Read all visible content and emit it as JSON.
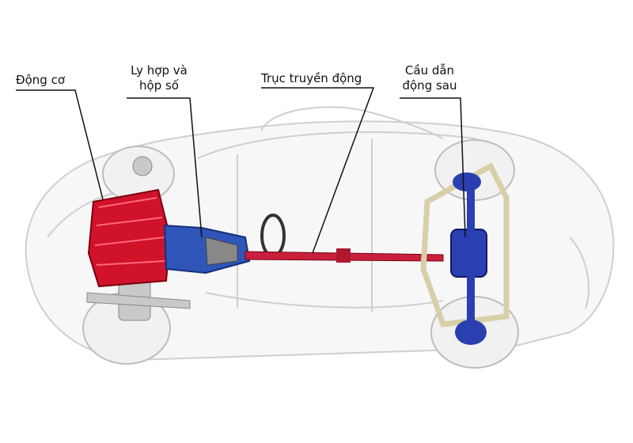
{
  "labels": {
    "engine": "Động cơ",
    "clutch_gearbox_line1": "Ly hợp và",
    "clutch_gearbox_line2": "hộp số",
    "driveshaft": "Trục truyền động",
    "rear_axle_line1": "Cầu dẫn",
    "rear_axle_line2": "động sau"
  },
  "colors": {
    "engine": "#d0122a",
    "gearbox": "#2f55b8",
    "driveshaft": "#c8203c",
    "rear_axle": "#2a3fb0",
    "suspension": "#d8cfa8",
    "car_outline": "#c9c9c9"
  }
}
